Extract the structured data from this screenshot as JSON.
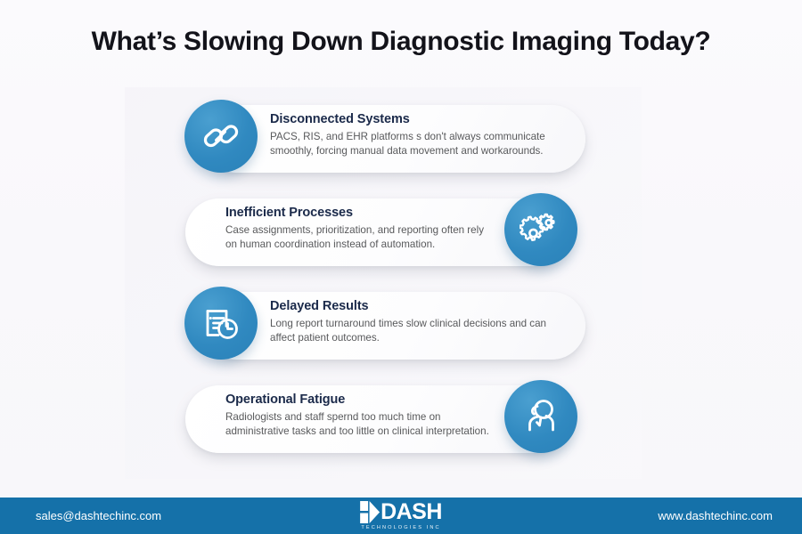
{
  "page": {
    "title": "What’s Slowing Down Diagnostic Imaging Today?",
    "background_color": "#faf9fc",
    "accent_color": "#3089c0",
    "footer_color": "#1571a9",
    "heading_color": "#1b2a4a",
    "body_color": "#58595b"
  },
  "cards": [
    {
      "title": "Disconnected Systems",
      "desc": "PACS, RIS, and EHR platforms s don't always communicate smoothly, forcing manual data movement and workarounds.",
      "icon": "chain-link-icon",
      "icon_side": "left"
    },
    {
      "title": "Inefficient Processes",
      "desc": "Case assignments, prioritization, and reporting often rely on human coordination instead of automation.",
      "icon": "gears-icon",
      "icon_side": "right"
    },
    {
      "title": "Delayed Results",
      "desc": "Long report turnaround times slow clinical decisions and can affect patient outcomes.",
      "icon": "document-clock-icon",
      "icon_side": "left"
    },
    {
      "title": "Operational Fatigue",
      "desc": "Radiologists and staff spernd too much time on administrative tasks and too little on clinical interpretation.",
      "icon": "fatigued-person-icon",
      "icon_side": "right"
    }
  ],
  "footer": {
    "email": "sales@dashtechinc.com",
    "website": "www.dashtechinc.com",
    "logo_word": "DASH",
    "logo_tagline": "TECHNOLOGIES INC"
  }
}
